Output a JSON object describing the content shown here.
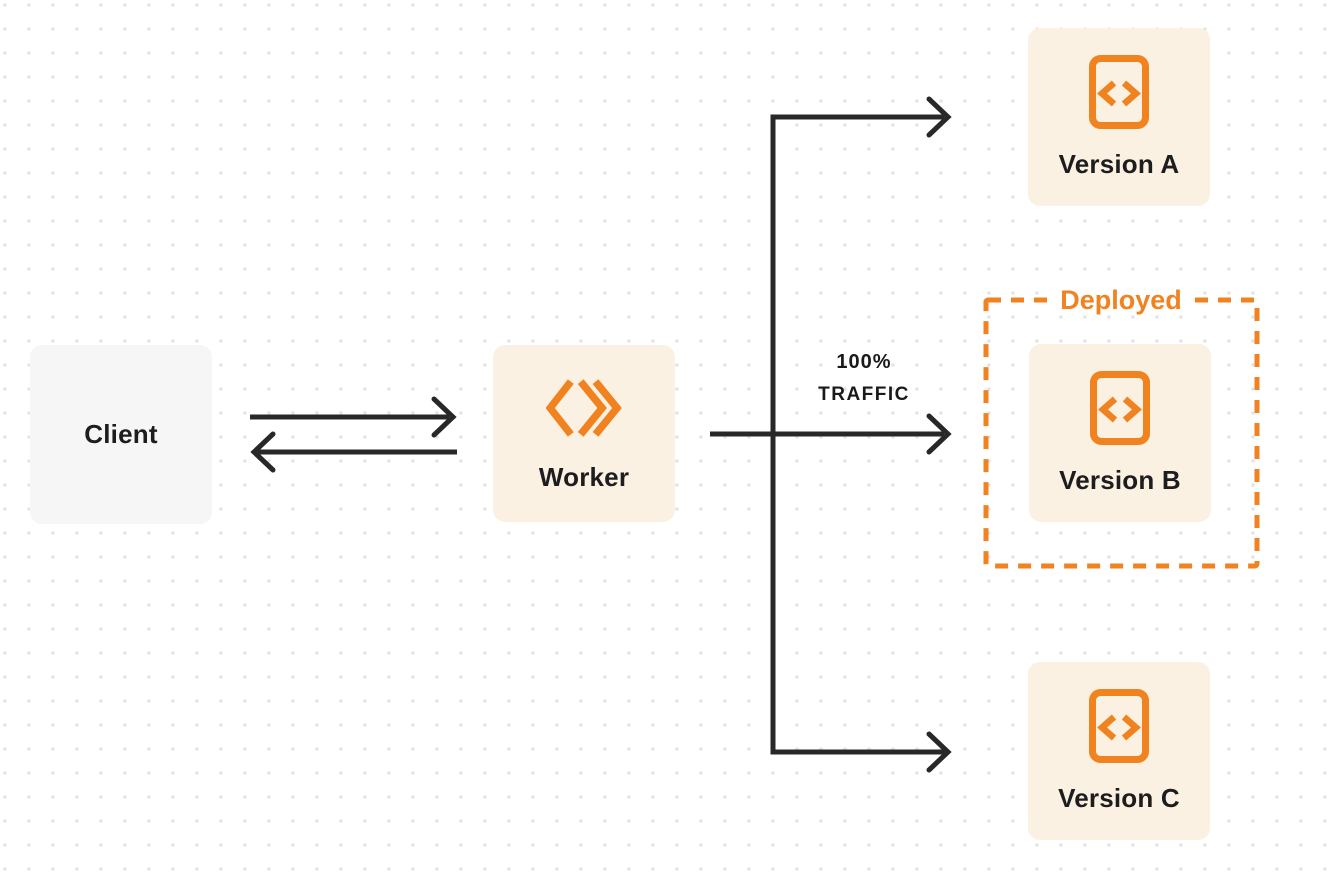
{
  "colors": {
    "accent_orange": "#F08220",
    "arrow_dark": "#282828",
    "node_cream_bg": "#FBF1E2",
    "client_gray_bg": "#F6F6F7",
    "text_dark": "#1D1D1F",
    "dot_grid_gray": "#E4E4E7"
  },
  "nodes": {
    "client": {
      "label": "Client"
    },
    "worker": {
      "label": "Worker",
      "icon": "workers-logo-icon"
    },
    "versions": [
      {
        "label": "Version A",
        "icon": "code-icon",
        "deployed": false
      },
      {
        "label": "Version B",
        "icon": "code-icon",
        "deployed": true
      },
      {
        "label": "Version C",
        "icon": "code-icon",
        "deployed": false
      }
    ]
  },
  "annotations": {
    "traffic": {
      "line1": "100%",
      "line2": "TRAFFIC"
    },
    "deployed": {
      "label": "Deployed"
    }
  }
}
